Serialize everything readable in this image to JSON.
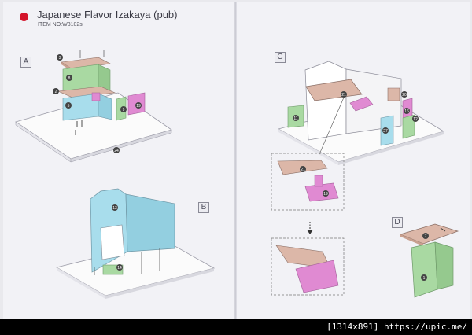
{
  "header": {
    "title": "Japanese Flavor Izakaya (pub)",
    "item_no": "ITEM NO:W3102s"
  },
  "steps": {
    "a": "A",
    "b": "B",
    "c": "C",
    "d": "D"
  },
  "part_numbers": {
    "a_top": "3",
    "a_upper_wall": "8",
    "a_mid_tab": "2",
    "a_lower_wall": "5",
    "a_sign_green": "9",
    "a_sign_pink": "19",
    "a_base": "24",
    "b_front": "13",
    "b_counter": "14",
    "c_roof": "21",
    "c_sign_left": "11",
    "c_side_pink": "16",
    "c_side_blue": "27",
    "c_side_green": "12",
    "c_small": "20",
    "c_detail_roof": "21",
    "c_detail_pink": "19",
    "d_roof": "7",
    "d_body": "1"
  },
  "colors": {
    "accent_red": "#d4142a",
    "green": "#a9d9a2",
    "blue": "#a8ddec",
    "pink": "#e08ad2",
    "wood": "#dcb7a8",
    "base": "#fafafa"
  },
  "icons": {
    "japan_flag": "red-dot-icon"
  },
  "caption": "[1314x891] https://upic.me/"
}
